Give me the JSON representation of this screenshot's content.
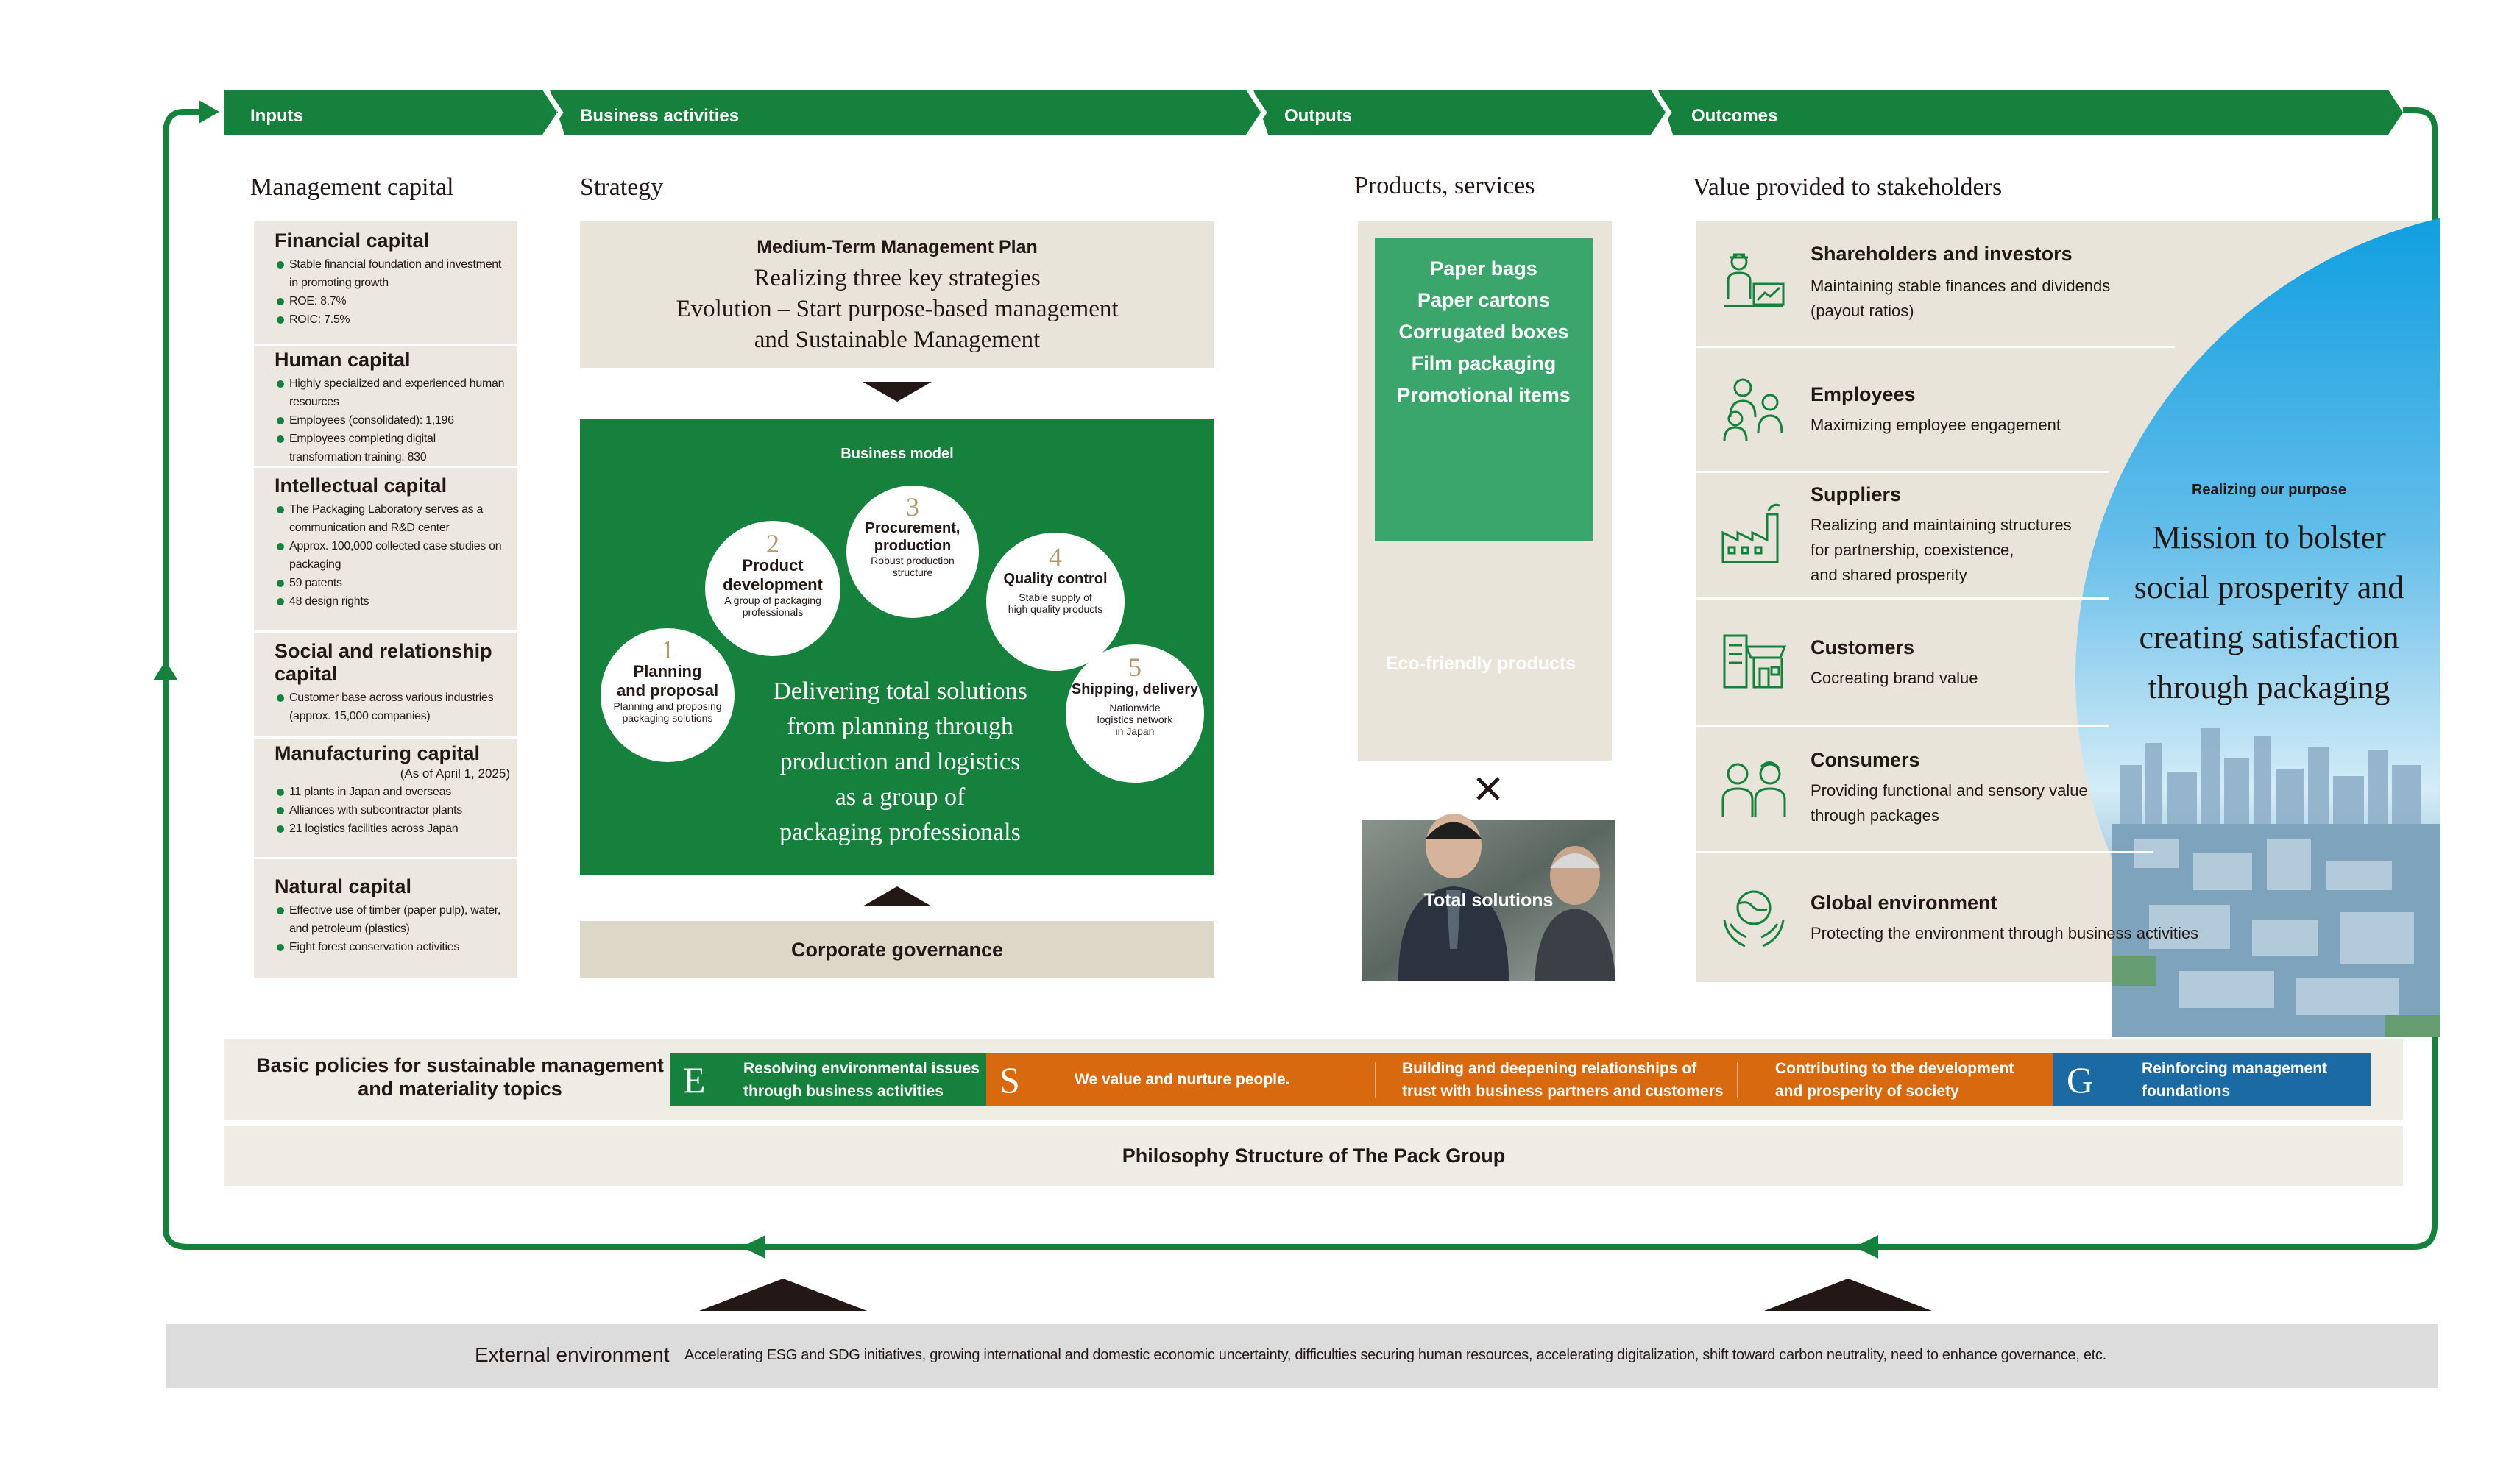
{
  "header": {
    "inputs": "Inputs",
    "business_activities": "Business activities",
    "outputs": "Outputs",
    "outcomes": "Outcomes"
  },
  "inputs": {
    "title": "Management capital",
    "capitals": [
      {
        "title": "Financial capital",
        "items": [
          "Stable financial foundation and investment in promoting growth",
          "ROE: 8.7%",
          "ROIC: 7.5%"
        ]
      },
      {
        "title": "Human capital",
        "items": [
          "Highly specialized and experienced human resources",
          "Employees (consolidated): 1,196",
          "Employees completing digital transformation training: 830"
        ]
      },
      {
        "title": "Intellectual capital",
        "items": [
          "The Packaging Laboratory serves as a communication and R&D center",
          "Approx. 100,000 collected case studies on packaging",
          "59 patents",
          "48 design rights"
        ]
      },
      {
        "title": "Social and relationship capital",
        "items": [
          "Customer base across various industries (approx. 15,000 companies)"
        ]
      },
      {
        "title": "Manufacturing capital",
        "note": "(As of April 1, 2025)",
        "items": [
          "11 plants in Japan and overseas",
          "Alliances with subcontractor plants",
          "21 logistics facilities across Japan"
        ]
      },
      {
        "title": "Natural capital",
        "items": [
          "Effective use of timber (paper pulp), water, and petroleum (plastics)",
          "Eight forest conservation activities"
        ]
      }
    ]
  },
  "strategy": {
    "title": "Strategy",
    "plan_label": "Medium-Term Management Plan",
    "plan_line1": "Realizing three key strategies",
    "plan_line2": "Evolution – Start purpose-based management",
    "plan_line3": "and Sustainable Management",
    "business_model_label": "Business model",
    "steps": [
      {
        "num": "1",
        "title1": "Planning",
        "title2": "and proposal",
        "sub1": "Planning and proposing",
        "sub2": "packaging solutions"
      },
      {
        "num": "2",
        "title1": "Product",
        "title2": "development",
        "sub1": "A group of packaging",
        "sub2": "professionals"
      },
      {
        "num": "3",
        "title1": "Procurement,",
        "title2": "production",
        "sub1": "Robust production",
        "sub2": "structure"
      },
      {
        "num": "4",
        "title1": "Quality control",
        "title2": "",
        "sub1": "Stable supply of",
        "sub2": "high quality products"
      },
      {
        "num": "5",
        "title1": "Shipping, delivery",
        "title2": "",
        "sub1": "Nationwide",
        "sub2": "logistics network",
        "sub3": "in Japan"
      }
    ],
    "center_lines": [
      "Delivering total solutions",
      "from planning through",
      "production and logistics",
      "as a group of",
      "packaging professionals"
    ],
    "governance": "Corporate governance"
  },
  "outputs": {
    "title": "Products, services",
    "products": [
      "Paper bags",
      "Paper cartons",
      "Corrugated boxes",
      "Film packaging",
      "Promotional items"
    ],
    "plus": "+",
    "eco": "Eco-friendly products",
    "times": "×",
    "total": "Total solutions"
  },
  "outcomes": {
    "title": "Value provided to stakeholders",
    "stakeholders": [
      {
        "icon": "investor-icon",
        "title": "Shareholders and investors",
        "desc": [
          "Maintaining stable finances and dividends",
          "(payout ratios)"
        ]
      },
      {
        "icon": "employees-icon",
        "title": "Employees",
        "desc": [
          "Maximizing employee engagement"
        ]
      },
      {
        "icon": "factory-icon",
        "title": "Suppliers",
        "desc": [
          "Realizing and maintaining structures",
          "for partnership, coexistence,",
          "and shared prosperity"
        ]
      },
      {
        "icon": "storefront-icon",
        "title": "Customers",
        "desc": [
          "Cocreating brand value"
        ]
      },
      {
        "icon": "consumers-icon",
        "title": "Consumers",
        "desc": [
          "Providing functional and sensory value",
          "through packages"
        ]
      },
      {
        "icon": "globe-hands-icon",
        "title": "Global environment",
        "desc": [
          "Protecting the environment through business activities"
        ]
      }
    ],
    "purpose_label": "Realizing our purpose",
    "purpose_lines": [
      "Mission to bolster",
      "social prosperity and",
      "creating satisfaction",
      "through packaging"
    ]
  },
  "policies": {
    "title_line1": "Basic policies for sustainable management",
    "title_line2": "and materiality topics",
    "E": {
      "letter": "E",
      "line1": "Resolving environmental issues",
      "line2": "through business activities"
    },
    "S": {
      "letter": "S",
      "items": [
        {
          "line1": "We value and nurture people.",
          "line2": ""
        },
        {
          "line1": "Building and deepening relationships of",
          "line2": "trust with business partners and customers"
        },
        {
          "line1": "Contributing to the development",
          "line2": "and prosperity of society"
        }
      ]
    },
    "G": {
      "letter": "G",
      "line1": "Reinforcing management",
      "line2": "foundations"
    }
  },
  "philosophy": "Philosophy Structure of The Pack Group",
  "external": {
    "label": "External environment",
    "text": "Accelerating ESG and SDG initiatives, growing international and domestic economic uncertainty, difficulties securing human resources, accelerating digitalization, shift toward carbon neutrality, need to enhance governance, etc."
  },
  "colors": {
    "green": "#15813c",
    "beige": "#e8e4d9",
    "orange": "#d9690f",
    "blue": "#1b6aa3",
    "sky": "#2aa3e0"
  }
}
